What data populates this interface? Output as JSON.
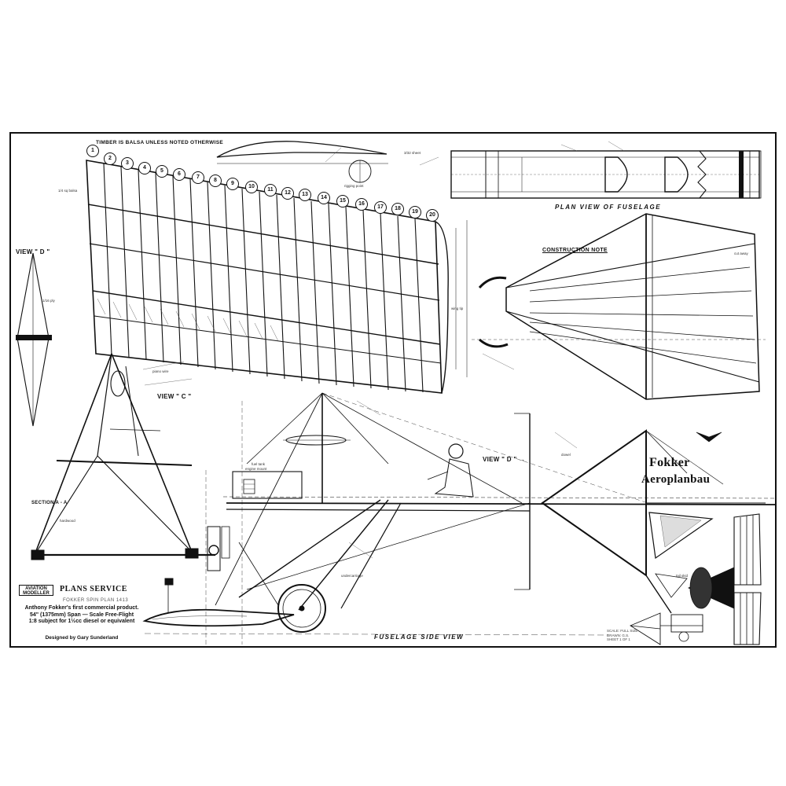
{
  "header": {
    "timber_note": "TIMBER IS BALSA UNLESS NOTED OTHERWISE",
    "plan_view_title": "PLAN VIEW OF FUSELAGE",
    "side_view_title": "FUSELAGE SIDE VIEW",
    "construction_note": "CONSTRUCTION NOTE"
  },
  "views": {
    "view_d_left": "VIEW \" D \"",
    "view_c": "VIEW \" C \"",
    "view_d_side": "VIEW \" D \" →",
    "section_a": "SECTION A - A"
  },
  "rib_numbers": [
    "1",
    "2",
    "3",
    "4",
    "5",
    "6",
    "7",
    "8",
    "9",
    "10",
    "11",
    "12",
    "13",
    "14",
    "15",
    "16",
    "17",
    "18",
    "19",
    "20"
  ],
  "fin_lettering": {
    "line1": "Fokker",
    "line2": "Aeroplanbau"
  },
  "title_block": {
    "brand": "AVIATION MODELLER",
    "plans_service": "PLANS SERVICE",
    "model_no": "FOKKER SPIN PLAN 1413",
    "description_line1": "Anthony Fokker's first commercial product.",
    "description_line2": "54\" (1375mm) Span — Scale Free-Flight",
    "description_line3": "1:8 subject for 1½cc diesel or equivalent",
    "designer": "Designed by Gary Sunderland"
  },
  "annotations": [
    "TIMBER IS BALSA UNLESS NOTED OTHERWISE",
    "1/4 sq balsa",
    "3/32 sheet",
    "1/16 ply",
    "rigging point",
    "engine mount",
    "hardwood",
    "piano wire",
    "fuel tank",
    "cut away",
    "wing tip",
    "tail skid",
    "undercarriage",
    "dowel"
  ],
  "sheet_info": "SCALE: FULL SIZE\nDRAWN: G.S.\nSHEET 1 OF 1"
}
